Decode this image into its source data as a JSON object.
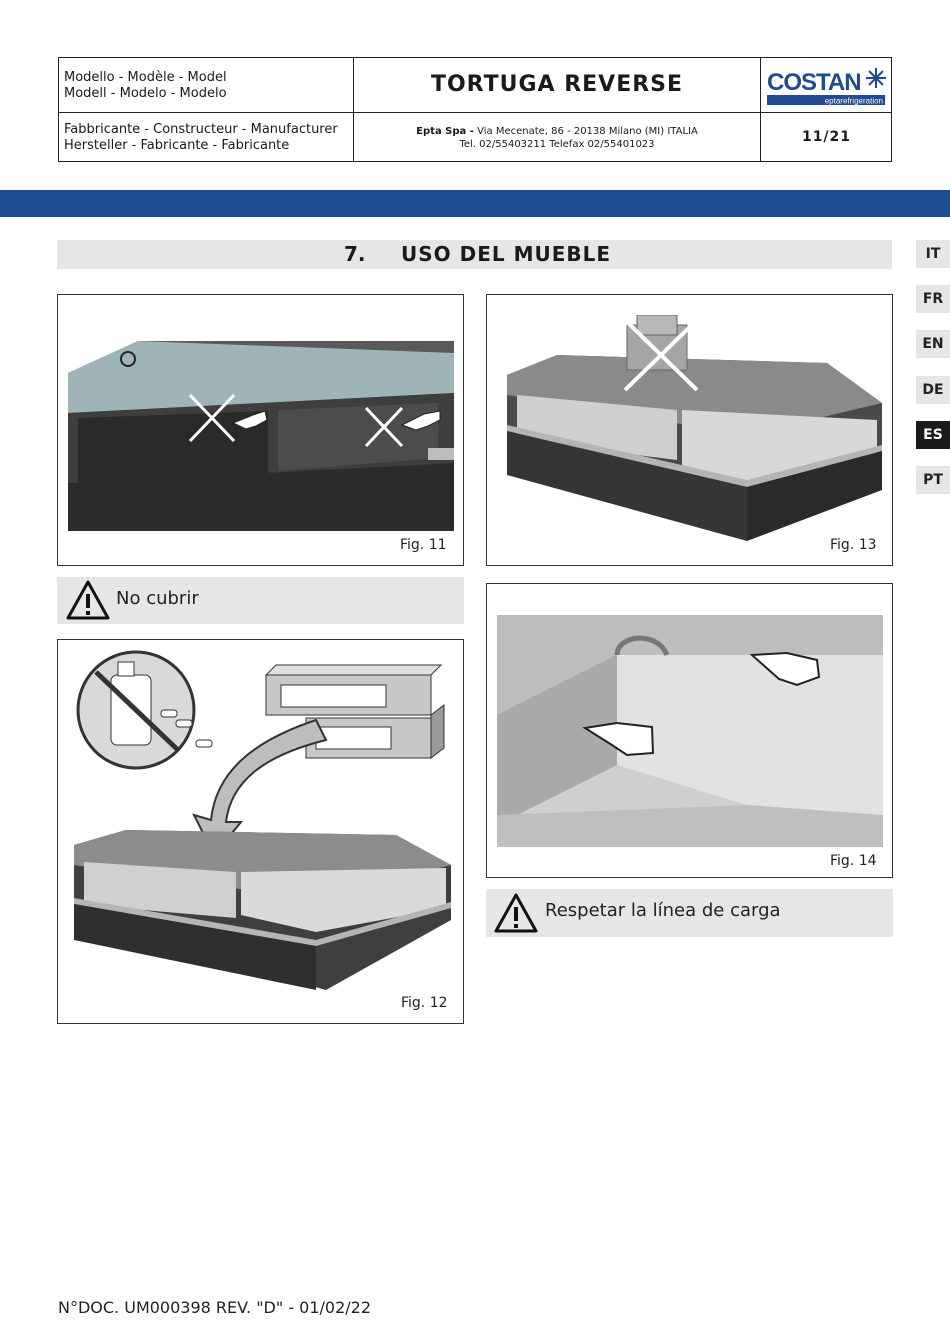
{
  "header": {
    "model_line1": "Modello - Modèle - Model",
    "model_line2": "Modell - Modelo - Modelo",
    "product_title": "TORTUGA REVERSE",
    "manufacturer_line1": "Fabbricante - Constructeur - Manufacturer",
    "manufacturer_line2": "Hersteller - Fabricante - Fabricante",
    "company_name": "Epta Spa -",
    "company_address": "Via Mecenate, 86 - 20138 Milano (MI) ITALIA",
    "company_phone": "Tel. 02/55403211 Telefax 02/55401023",
    "page_number": "11/21",
    "logo_text": "COSTAN",
    "logo_subtext": "eptarefrigeration"
  },
  "section": {
    "number": "7.",
    "title": "USO DEL MUEBLE"
  },
  "languages": [
    {
      "code": "IT",
      "active": false
    },
    {
      "code": "FR",
      "active": false
    },
    {
      "code": "EN",
      "active": false
    },
    {
      "code": "DE",
      "active": false
    },
    {
      "code": "ES",
      "active": true
    },
    {
      "code": "PT",
      "active": false
    }
  ],
  "figures": {
    "fig11": "Fig. 11",
    "fig12": "Fig. 12",
    "fig13": "Fig. 13",
    "fig14": "Fig. 14"
  },
  "warnings": {
    "no_cover": "No cubrir",
    "load_line": "Respetar la línea de carga"
  },
  "footer": {
    "doc_number": "N°DOC. UM000398 REV. \"D\" - 01/02/22"
  },
  "colors": {
    "brand_blue": "#1f4b8f",
    "section_gray": "#e6e6e6",
    "active_lang": "#1a1a1a"
  }
}
